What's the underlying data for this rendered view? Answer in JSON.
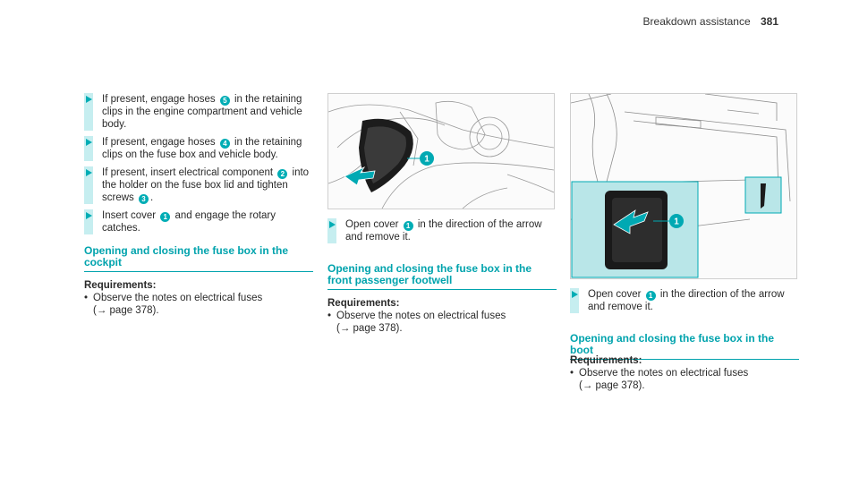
{
  "header": {
    "section": "Breakdown assistance",
    "page": "381"
  },
  "col1": {
    "steps": [
      {
        "pre": "If present, engage hoses",
        "num": "5",
        "post": "in the retaining clips in the engine compartment and vehicle body."
      },
      {
        "pre": "If present, engage hoses",
        "num": "4",
        "post": "in the retaining clips on the fuse box and vehicle body."
      },
      {
        "pre": "If present, insert electrical component",
        "num": "2",
        "mid": "into the holder on the fuse box lid and tighten screws",
        "num2": "3",
        "post": "."
      },
      {
        "pre": "Insert cover",
        "num": "1",
        "post": "and engage the rotary catches."
      }
    ],
    "heading": "Opening and closing the fuse box in the cockpit",
    "req_title": "Requirements:",
    "req_item_line1": "Observe the notes on electrical fuses",
    "req_item_line2": "(→ page 378)."
  },
  "col2": {
    "figure_callout": "1",
    "step": {
      "pre": "Open cover",
      "num": "1",
      "post": "in the direction of the arrow and remove it."
    },
    "heading": "Opening and closing the fuse box in the front passenger footwell",
    "req_title": "Requirements:",
    "req_item_line1": "Observe the notes on electrical fuses",
    "req_item_line2": "(→ page 378)."
  },
  "col3": {
    "figure_callout": "1",
    "step": {
      "pre": "Open cover",
      "num": "1",
      "post": "in the direction of the arrow and remove it."
    },
    "heading": "Opening and closing the fuse box in the boot",
    "req_title": "Requirements:",
    "req_item_line1": "Observe the notes on electrical fuses",
    "req_item_line2": "(→ page 378)."
  },
  "colors": {
    "accent": "#00adb5",
    "highlight": "#c6eef0",
    "figure_fill": "#b9e6e8"
  }
}
